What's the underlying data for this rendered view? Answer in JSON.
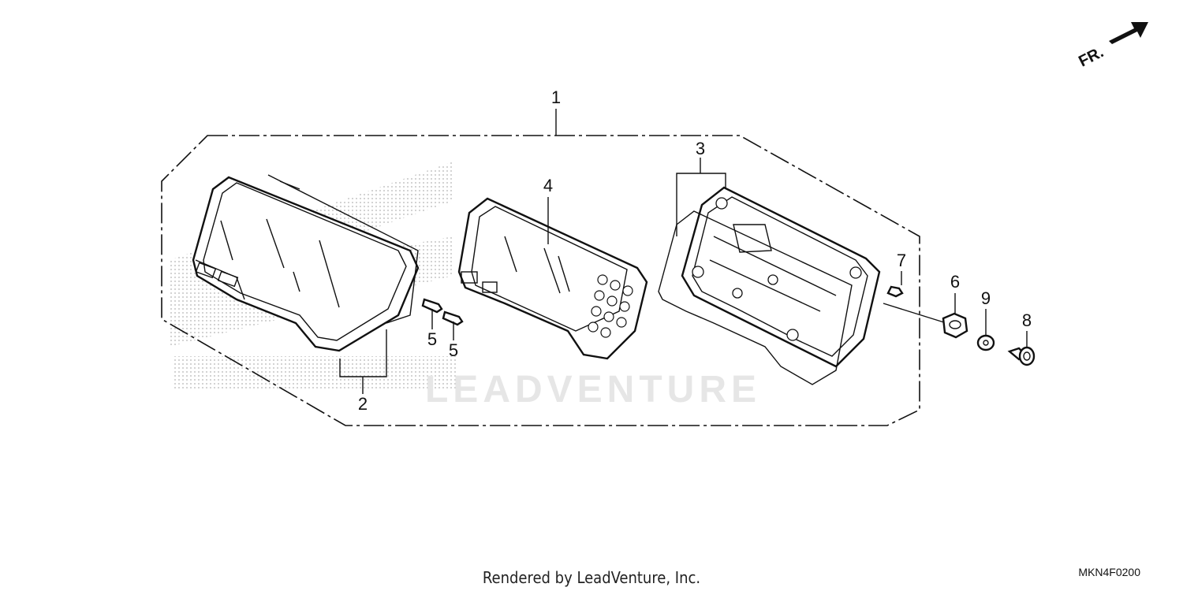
{
  "diagram": {
    "code": "MKN4F0200",
    "footer": "Rendered by LeadVenture, Inc.",
    "direction": "FR.",
    "watermark": "LEADVENTURE",
    "callouts": {
      "c1": "1",
      "c2": "2",
      "c3": "3",
      "c4": "4",
      "c5a": "5",
      "c5b": "5",
      "c6": "6",
      "c7": "7",
      "c8": "8",
      "c9": "9"
    }
  }
}
